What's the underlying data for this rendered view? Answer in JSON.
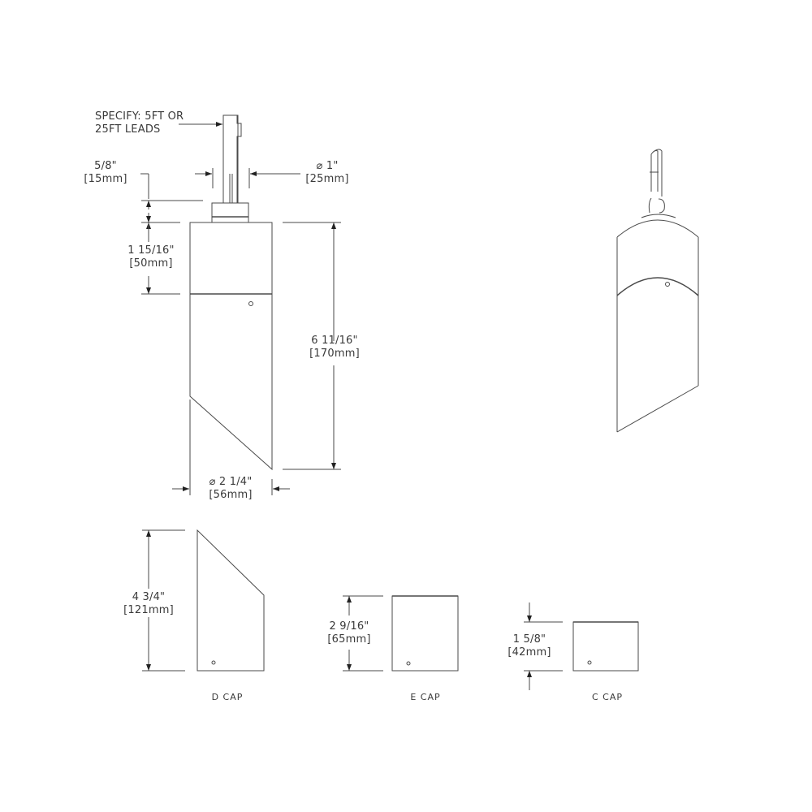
{
  "drawing": {
    "callout": {
      "line1": "SPECIFY: 5FT OR",
      "line2": "25FT LEADS"
    },
    "dims": {
      "stem_height": {
        "in": "5/8\"",
        "mm": "[15mm]"
      },
      "stem_diameter": {
        "in": "⌀ 1\"",
        "mm": "[25mm]"
      },
      "top_section": {
        "in": "1 15/16\"",
        "mm": "[50mm]"
      },
      "overall_height": {
        "in": "6 11/16\"",
        "mm": "[170mm]"
      },
      "body_diameter": {
        "in": "⌀ 2 1/4\"",
        "mm": "[56mm]"
      },
      "d_cap_height": {
        "in": "4 3/4\"",
        "mm": "[121mm]"
      },
      "e_cap_height": {
        "in": "2 9/16\"",
        "mm": "[65mm]"
      },
      "c_cap_height": {
        "in": "1 5/8\"",
        "mm": "[42mm]"
      }
    },
    "caps": [
      {
        "label": "D CAP"
      },
      {
        "label": "E CAP"
      },
      {
        "label": "C CAP"
      }
    ],
    "colors": {
      "line": "#4a4a4a",
      "text": "#3a3a3a",
      "background": "#ffffff"
    }
  }
}
